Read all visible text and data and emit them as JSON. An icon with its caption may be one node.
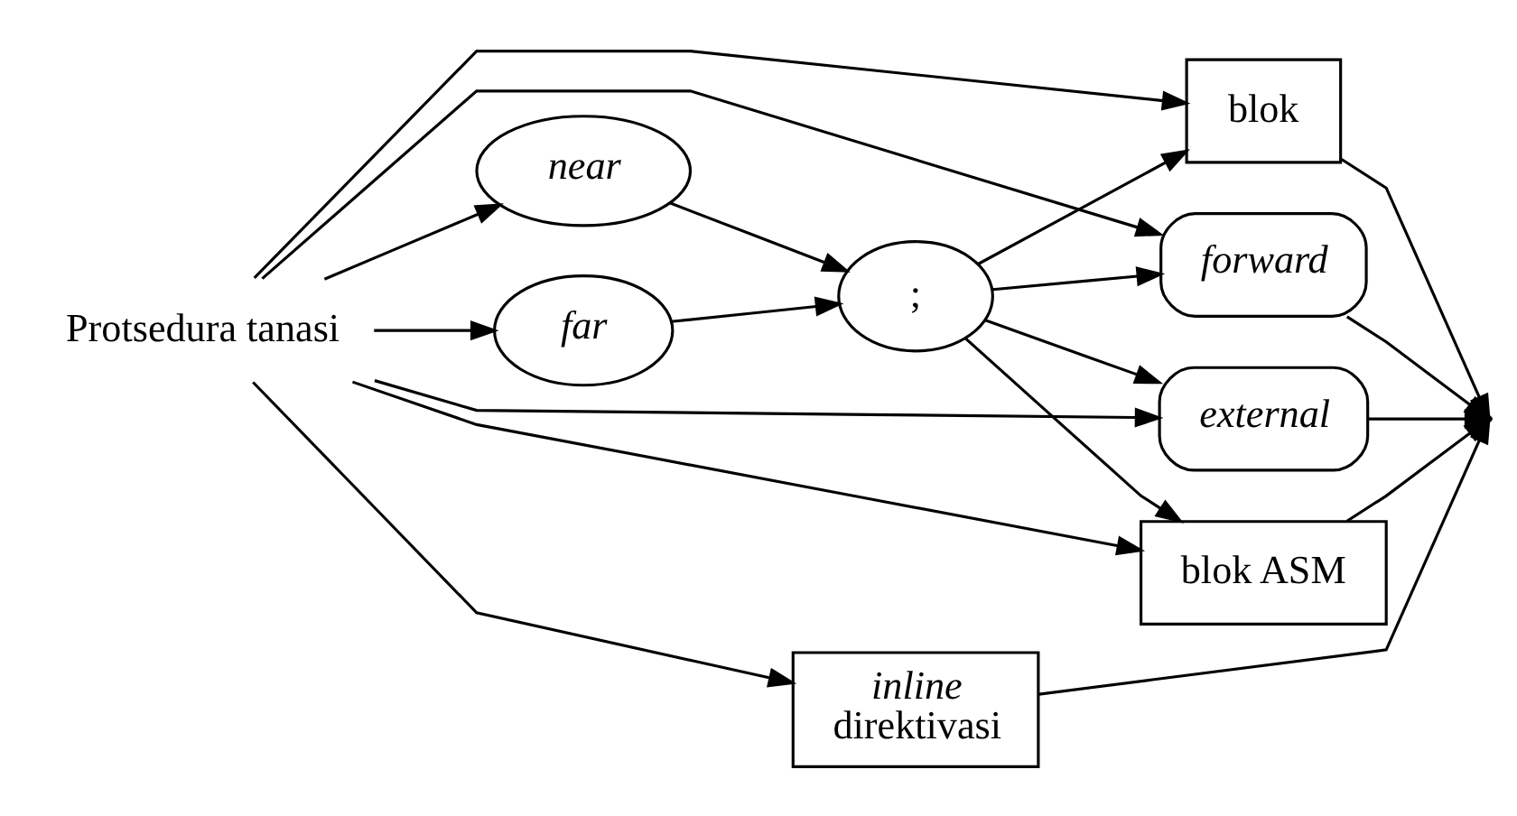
{
  "diagram": {
    "nodes": [
      {
        "text": [
          "Protsedura tanasi"
        ]
      },
      {
        "text": [
          "blok"
        ]
      },
      {
        "text": [
          "near"
        ]
      },
      {
        "text": [
          ";"
        ]
      },
      {
        "text": [
          "forward"
        ]
      },
      {
        "text": [
          "far"
        ]
      },
      {
        "text": [
          "external"
        ]
      },
      {
        "text": [
          "blok ASM"
        ]
      },
      {
        "text": [
          "*inline* direktivasi"
        ]
      }
    ],
    "edges": [
      {
        "from": 0,
        "to": 1,
        "arrow": "to"
      },
      {
        "from": 0,
        "to": 2,
        "arrow": "to"
      },
      {
        "from": 0,
        "to": 5,
        "arrow": "to"
      },
      {
        "from": 0,
        "to": 8,
        "arrow": "to"
      },
      {
        "from": 2,
        "to": 3,
        "arrow": "to"
      },
      {
        "from": 5,
        "to": 3,
        "arrow": "to"
      },
      {
        "from": 3,
        "to": 1,
        "arrow": "to"
      },
      {
        "from": 3,
        "to": 4,
        "arrow": "to"
      },
      {
        "from": 3,
        "to": 6,
        "arrow": "to"
      },
      {
        "from": 3,
        "to": 7,
        "arrow": "to"
      },
      {
        "from": 0,
        "to": 4,
        "arrow": "to"
      },
      {
        "from": 0,
        "to": 6,
        "arrow": "to"
      },
      {
        "from": 0,
        "to": 7,
        "arrow": "to"
      },
      {
        "from": 1,
        "to": null,
        "arrow": "to"
      },
      {
        "from": 4,
        "to": null,
        "arrow": "to"
      },
      {
        "from": 6,
        "to": null,
        "arrow": "to"
      },
      {
        "from": 7,
        "to": null,
        "arrow": "to"
      },
      {
        "from": 8,
        "to": null,
        "arrow": "to"
      }
    ]
  }
}
